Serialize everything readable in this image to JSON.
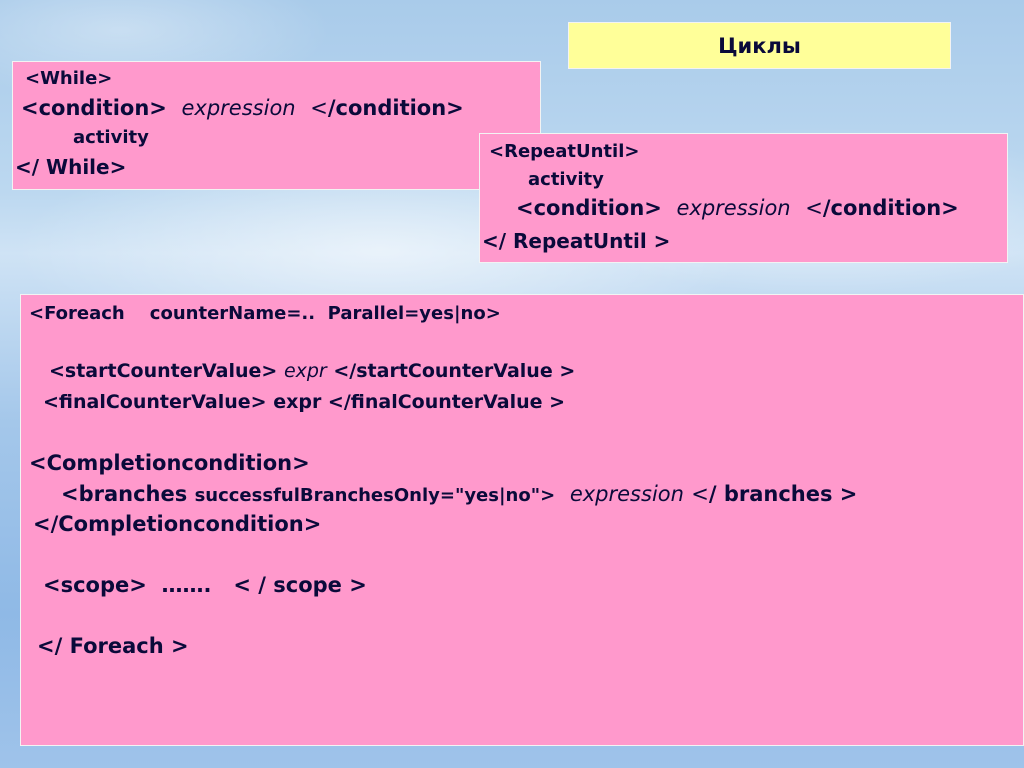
{
  "slide": {
    "title": "Циклы"
  },
  "while_box": {
    "open_tag": "<While>",
    "cond_open": "<condition>",
    "expr": "expression",
    "cond_close_lt": "<",
    "cond_close": "/condition>",
    "activity": "activity",
    "close_tag": "</ While>"
  },
  "repeat_box": {
    "open_tag": "<RepeatUntil>",
    "activity": "activity",
    "cond_open": "<condition>",
    "expr": "expression",
    "cond_close_lt": "<",
    "cond_close": "/condition>",
    "close_tag": "</ RepeatUntil >"
  },
  "foreach_box": {
    "open_tag": "<Foreach    counterName=..  Parallel=yes|no>",
    "start_open": "<startCounterValue>",
    "start_expr": "expr",
    "start_close": "</startCounterValue >",
    "final_line": "<finalCounterValue> expr </finalCounterValue >",
    "completion_open": "<Completioncondition>",
    "branches_open": "<branches",
    "branches_attr": "successfulBranchesOnly=\"yes|no\">",
    "branches_expr": "expression",
    "branches_close_lt": "<",
    "branches_close": "/ branches >",
    "completion_close": "</Completioncondition>",
    "scope_line": "<scope>  …….   < / scope >",
    "close_tag": "</ Foreach >"
  }
}
